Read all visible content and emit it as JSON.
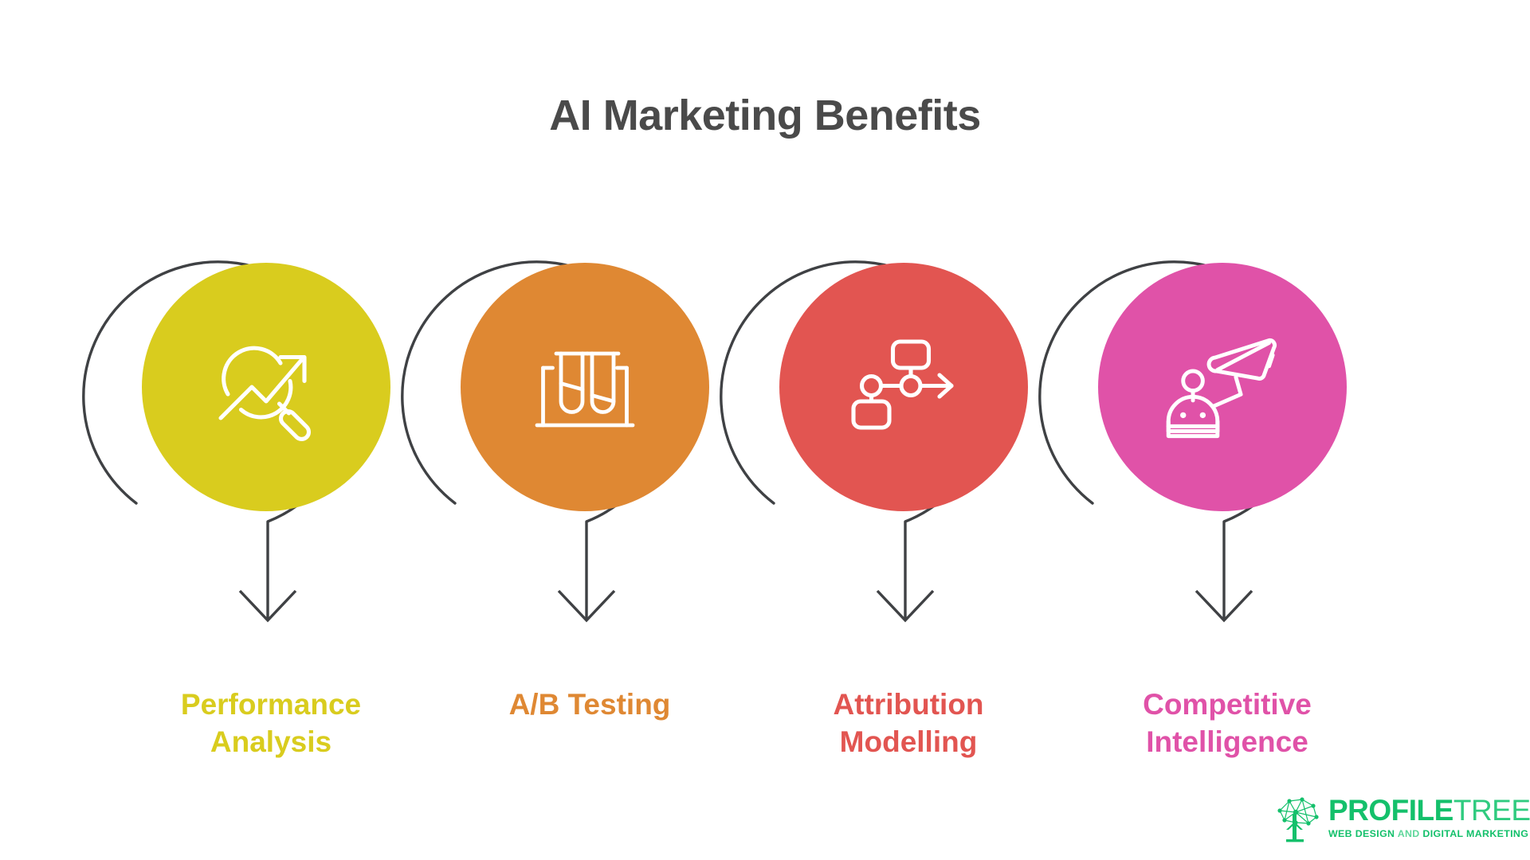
{
  "page": {
    "title": "AI Marketing Benefits",
    "background_color": "#FFFFFF",
    "title_color": "#4A4A4A",
    "ring_color": "#3F4144"
  },
  "items": [
    {
      "label_line1": "Performance",
      "label_line2": "Analysis",
      "color": "#D9CC1E",
      "icon": "magnifier-trend-arrow-icon"
    },
    {
      "label_line1": "A/B Testing",
      "label_line2": "",
      "color": "#DF8833",
      "icon": "test-tubes-rack-icon"
    },
    {
      "label_line1": "Attribution",
      "label_line2": "Modelling",
      "color": "#E25551",
      "icon": "flowchart-nodes-arrow-icon"
    },
    {
      "label_line1": "Competitive",
      "label_line2": "Intelligence",
      "color": "#E052A8",
      "icon": "robot-surveillance-camera-icon"
    }
  ],
  "logo": {
    "mark": "network-tree-icon",
    "word_primary": "PROFILE",
    "word_secondary": "TREE",
    "tagline_part1": "WEB DESIGN ",
    "tagline_part2": "AND ",
    "tagline_part3": "DIGITAL MARKETING",
    "color_primary": "#14C06B",
    "color_secondary": "#2FCB7F"
  }
}
